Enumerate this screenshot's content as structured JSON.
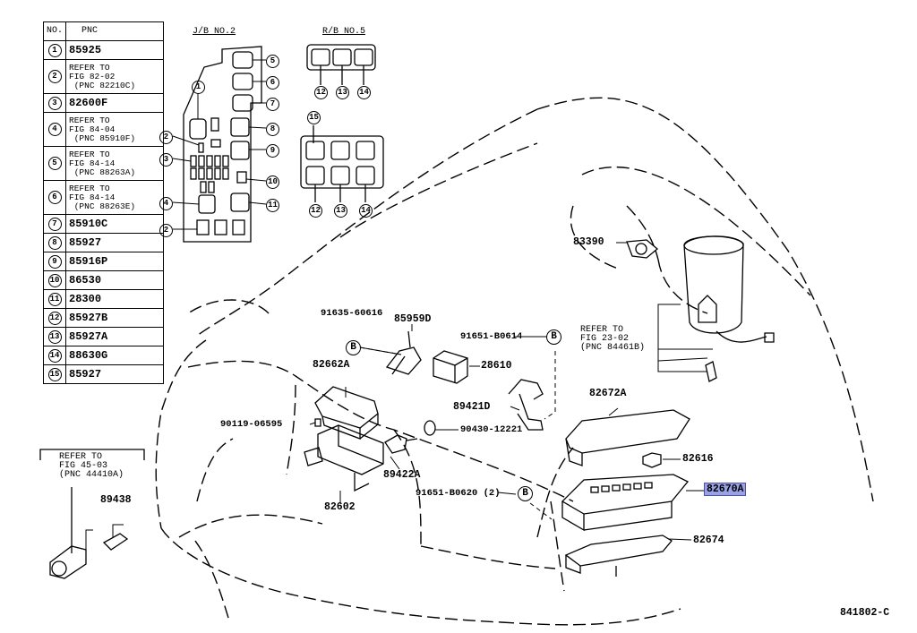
{
  "table": {
    "header_no": "NO.",
    "header_pnc": "PNC",
    "rows": [
      {
        "no": "1",
        "text": "85925",
        "ref": false
      },
      {
        "no": "2",
        "text": "REFER TO\nFIG 82-02\n (PNC 82210C)",
        "ref": true
      },
      {
        "no": "3",
        "text": "82600F",
        "ref": false
      },
      {
        "no": "4",
        "text": "REFER TO\nFIG 84-04\n (PNC 85910F)",
        "ref": true
      },
      {
        "no": "5",
        "text": "REFER TO\nFIG 84-14\n (PNC 88263A)",
        "ref": true
      },
      {
        "no": "6",
        "text": "REFER TO\nFIG 84-14\n (PNC 88263E)",
        "ref": true
      },
      {
        "no": "7",
        "text": "85910C",
        "ref": false
      },
      {
        "no": "8",
        "text": "85927",
        "ref": false
      },
      {
        "no": "9",
        "text": "85916P",
        "ref": false
      },
      {
        "no": "10",
        "text": "86530",
        "ref": false
      },
      {
        "no": "11",
        "text": "28300",
        "ref": false
      },
      {
        "no": "12",
        "text": "85927B",
        "ref": false
      },
      {
        "no": "13",
        "text": "85927A",
        "ref": false
      },
      {
        "no": "14",
        "text": "88630G",
        "ref": false
      },
      {
        "no": "15",
        "text": "85927",
        "ref": false
      }
    ]
  },
  "jb_title": "J/B NO.2",
  "rb_title": "R/B NO.5",
  "labels": {
    "p83390": "83390",
    "refer_fig23": "REFER TO\nFIG 23-02\n(PNC 84461B)",
    "p91635": "91635-60616",
    "p85959d": "85959D",
    "p91651_614": "91651-B0614",
    "p82662a": "82662A",
    "p28610": "28610",
    "p82672a": "82672A",
    "p89421d": "89421D",
    "p90119": "90119-06595",
    "p90430": "90430-12221",
    "p82616": "82616",
    "p89422a": "89422A",
    "p91651_620": "91651-B0620 (2)",
    "p82670a": "82670A",
    "p82602": "82602",
    "p82674": "82674",
    "refer_fig45": "REFER TO\nFIG 45-03\n(PNC 44410A)",
    "p89438": "89438",
    "b_marker": "B",
    "diagram_id": "841802-C"
  },
  "callouts": [
    "1",
    "2",
    "3",
    "4",
    "5",
    "6",
    "7",
    "8",
    "9",
    "10",
    "11",
    "12",
    "13",
    "14",
    "15"
  ]
}
